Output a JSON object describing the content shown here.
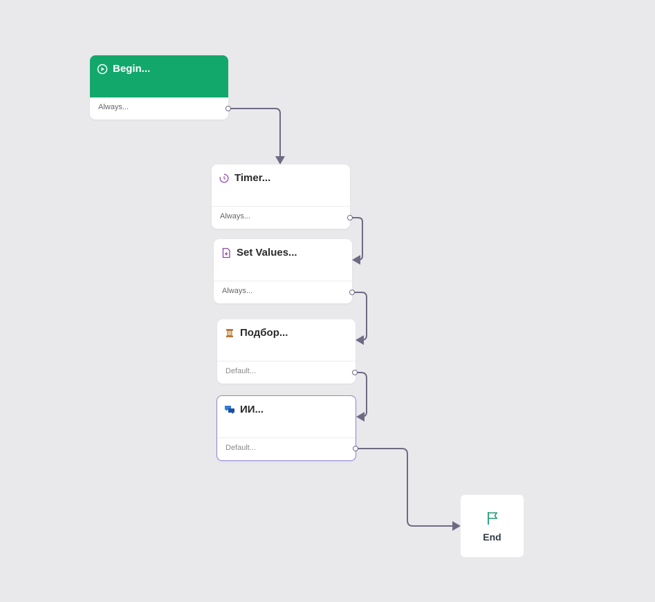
{
  "nodes": {
    "begin": {
      "title": "Begin...",
      "condition": "Always..."
    },
    "timer": {
      "title": "Timer...",
      "condition": "Always..."
    },
    "set_values": {
      "title": "Set Values...",
      "condition": "Always..."
    },
    "podbor": {
      "title": "Подбор...",
      "condition": "Default..."
    },
    "ai": {
      "title": "ИИ...",
      "condition": "Default..."
    },
    "end": {
      "title": "End"
    }
  },
  "icons": {
    "begin": "play-circle-icon",
    "timer": "timer-icon",
    "set_values": "document-plus-icon",
    "podbor": "filter-icon",
    "ai": "chat-bubbles-icon",
    "end": "flag-icon"
  },
  "colors": {
    "begin_header": "#12a86b",
    "connector": "#6d6a83",
    "selected_border": "#8e86d8",
    "timer_icon": "#9b59b6",
    "end_flag": "#1d9a74"
  }
}
